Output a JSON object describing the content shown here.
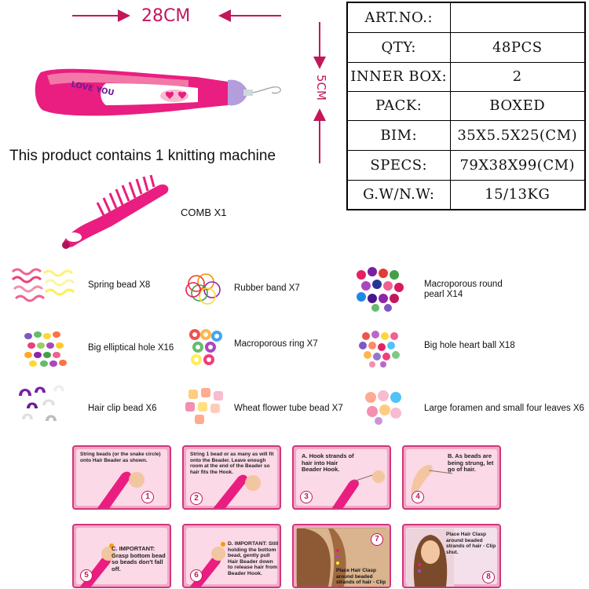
{
  "dimensions": {
    "width_label": "28CM",
    "height_label": "5CM"
  },
  "machine": {
    "brand_text": "LOVE YOU"
  },
  "spec_table": [
    {
      "key": "ART.NO.:",
      "value": ""
    },
    {
      "key": "QTY:",
      "value": "48PCS"
    },
    {
      "key": "INNER BOX:",
      "value": "2"
    },
    {
      "key": "PACK:",
      "value": "BOXED"
    },
    {
      "key": "BIM:",
      "value": "35X5.5X25(CM)"
    },
    {
      "key": "SPECS:",
      "value": "79X38X99(CM)"
    },
    {
      "key": "G.W/N.W:",
      "value": "15/13KG"
    }
  ],
  "product_note": "This product contains 1 knitting machine",
  "comb_label": "COMB X1",
  "items": [
    {
      "label": "Spring bead X8"
    },
    {
      "label": "Rubber band X7"
    },
    {
      "label": "Macroporous round",
      "label2": "pearl X14"
    },
    {
      "label": "Big elliptical hole X16"
    },
    {
      "label": "Macroporous ring X7"
    },
    {
      "label": "Big hole heart ball X18"
    },
    {
      "label": "Hair clip bead X6"
    },
    {
      "label": "Wheat flower tube bead X7"
    },
    {
      "label": "Large foramen and small four leaves X6"
    }
  ],
  "steps": [
    {
      "num": "1",
      "text": "String beads (or the snake circle) onto Hair Beader as shown."
    },
    {
      "num": "2",
      "text": "String 1 bead or as many as will fit onto the Beader. Leave enough room at the end of the Beader so hair fits the Hook."
    },
    {
      "num": "3",
      "text": "A. Hook strands of hair into Hair Beader Hook."
    },
    {
      "num": "4",
      "text": "B. As beads are being strung, let go of hair."
    },
    {
      "num": "5",
      "text": "C. IMPORTANT: Grasp bottom bead so beads don't fall off."
    },
    {
      "num": "6",
      "text": "D. IMPORTANT: Still holding the bottom bead, gently pull Hair Beader down to release hair from Beader Hook."
    },
    {
      "num": "7",
      "text": "Place Hair Clasp around beaded strands of hair - Clip shut."
    },
    {
      "num": "8",
      "text": "Place Hair Clasp around beaded strands of hair - Clip shut."
    }
  ],
  "colors": {
    "accent": "#c2185b",
    "pink": "#e91e80",
    "light_pink": "#fbd9e6"
  }
}
